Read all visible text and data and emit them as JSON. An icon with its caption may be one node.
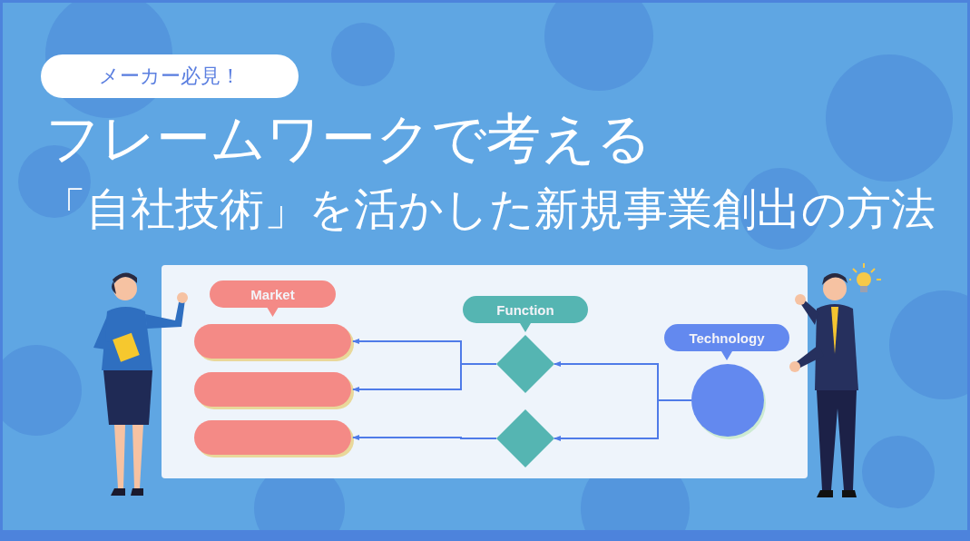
{
  "diagram": {
    "nodes": [
      {
        "text": [
          "メーカー必見！"
        ]
      },
      {
        "text": [
          "Market"
        ]
      },
      {
        "text": [],
        "shape": "box"
      },
      {
        "text": [],
        "shape": "box"
      },
      {
        "text": [],
        "shape": "box"
      },
      {
        "text": [
          "Function"
        ]
      },
      {
        "text": [],
        "shape": "diamond"
      },
      {
        "text": [],
        "shape": "diamond"
      },
      {
        "text": [
          "Technology"
        ]
      },
      {
        "text": [],
        "shape": "circle"
      }
    ],
    "edges": [
      {
        "from": 6,
        "to": 2,
        "arrow": "to"
      },
      {
        "from": 6,
        "to": 3,
        "arrow": "to"
      },
      {
        "from": 7,
        "to": 4,
        "arrow": "to"
      },
      {
        "from": 9,
        "to": 6,
        "arrow": "to"
      },
      {
        "from": 9,
        "to": 7,
        "arrow": "to"
      }
    ],
    "labels": [
      "フレームワークで考える",
      "「自社技術」を活かした新規事業創出の方法"
    ]
  }
}
